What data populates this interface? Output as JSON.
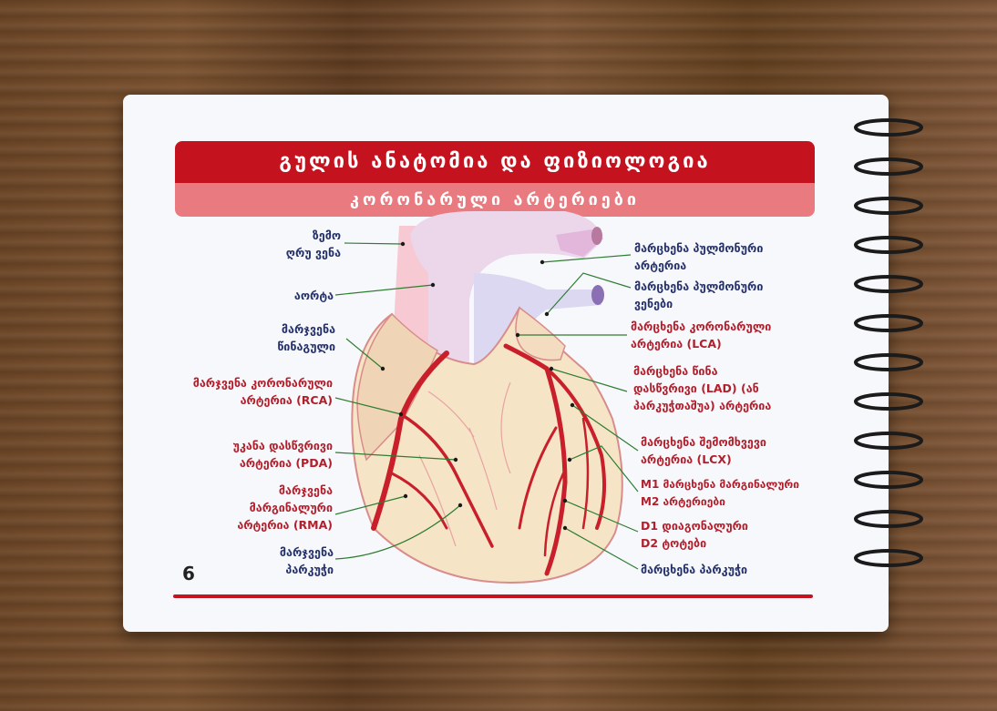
{
  "title": "გულის ანატომია და ფიზიოლოგია",
  "subtitle": "კორონარული არტერიები",
  "page_number": "6",
  "labels_left": [
    {
      "id": "svc",
      "lines": [
        "ზემო",
        "ღრუ ვენა"
      ],
      "color": "blue"
    },
    {
      "id": "aorta",
      "lines": [
        "აორტა"
      ],
      "color": "blue"
    },
    {
      "id": "right-atrium",
      "lines": [
        "მარჯვენა",
        "წინაგული"
      ],
      "color": "blue"
    },
    {
      "id": "rca",
      "lines": [
        "მარჯვენა კორონარული",
        "არტერია (RCA)"
      ],
      "color": "red"
    },
    {
      "id": "pda",
      "lines": [
        "უკანა დასწვრივი",
        "არტერია (PDA)"
      ],
      "color": "red"
    },
    {
      "id": "rma",
      "lines": [
        "მარჯვენა",
        "მარგინალური",
        "არტერია (RMA)"
      ],
      "color": "red"
    },
    {
      "id": "right-ventricle",
      "lines": [
        "მარჯვენა",
        "პარკუჭი"
      ],
      "color": "blue"
    }
  ],
  "labels_right": [
    {
      "id": "lpa",
      "lines": [
        "მარცხენა პულმონური",
        "არტერია"
      ],
      "color": "blue"
    },
    {
      "id": "lpv",
      "lines": [
        "მარცხენა პულმონური",
        "ვენები"
      ],
      "color": "blue"
    },
    {
      "id": "lca",
      "lines": [
        "მარცხენა კორონარული",
        "არტერია (LCA)"
      ],
      "color": "red"
    },
    {
      "id": "lad",
      "lines": [
        "მარცხენა წინა",
        "დასწვრივი (LAD) (ან",
        "პარკუჭთაშუა) არტერია"
      ],
      "color": "red"
    },
    {
      "id": "lcx",
      "lines": [
        "მარცხენა შემომხვევი",
        "არტერია (LCX)"
      ],
      "color": "red"
    },
    {
      "id": "marginal",
      "lines": [
        "M1 მარცხენა მარგინალური",
        "M2 არტერიები"
      ],
      "color": "red"
    },
    {
      "id": "diagonal",
      "lines": [
        "D1 დიაგონალური",
        "D2 ტოტები"
      ],
      "color": "red"
    },
    {
      "id": "left-ventricle",
      "lines": [
        "მარცხენა პარკუჭი"
      ],
      "color": "blue"
    }
  ],
  "colors": {
    "accent": "#c5121f",
    "accent_light": "#e97b80",
    "label_blue": "#25316b",
    "label_red": "#b21f2c",
    "leader": "#2e7d32"
  }
}
